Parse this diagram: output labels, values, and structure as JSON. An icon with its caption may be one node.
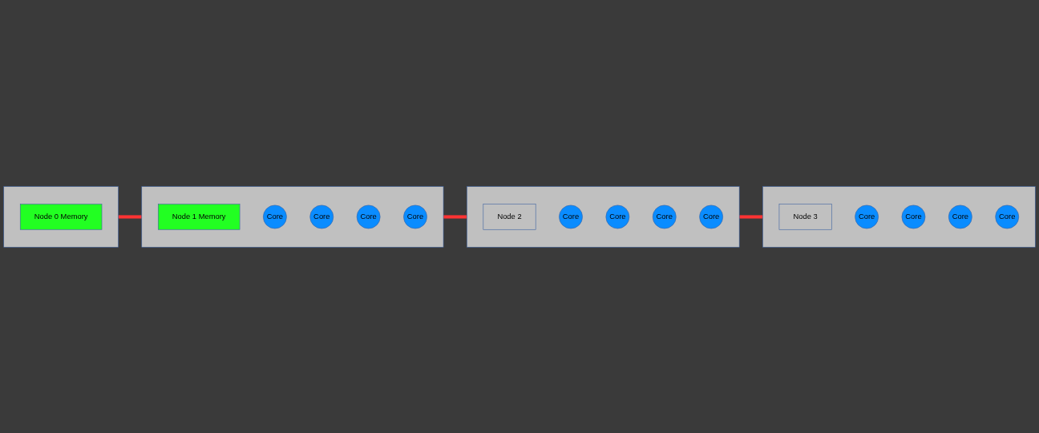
{
  "diagram": {
    "nodes": [
      {
        "text": [],
        "shape": "box"
      },
      {
        "text": [
          "Node 0 Memory"
        ],
        "in": 0
      },
      {
        "text": [],
        "shape": "box"
      },
      {
        "text": [
          "Node 1 Memory"
        ],
        "in": 2
      },
      {
        "text": [
          "Core"
        ],
        "in": 2
      },
      {
        "text": [
          "Core"
        ],
        "in": 2
      },
      {
        "text": [
          "Core"
        ],
        "in": 2
      },
      {
        "text": [
          "Core"
        ],
        "in": 2
      },
      {
        "text": [],
        "shape": "box"
      },
      {
        "text": [
          "Node 2"
        ],
        "in": 8
      },
      {
        "text": [
          "Core"
        ],
        "in": 8
      },
      {
        "text": [
          "Core"
        ],
        "in": 8
      },
      {
        "text": [
          "Core"
        ],
        "in": 8
      },
      {
        "text": [
          "Core"
        ],
        "in": 8
      },
      {
        "text": [],
        "shape": "box"
      },
      {
        "text": [
          "Node 3"
        ],
        "in": 14
      },
      {
        "text": [
          "Core"
        ],
        "in": 14
      },
      {
        "text": [
          "Core"
        ],
        "in": 14
      },
      {
        "text": [
          "Core"
        ],
        "in": 14
      },
      {
        "text": [
          "Core"
        ],
        "in": 14
      }
    ],
    "edges": [
      {
        "from": 0,
        "to": 2,
        "arrow": "none"
      },
      {
        "from": 2,
        "to": 8,
        "arrow": "none"
      },
      {
        "from": 8,
        "to": 14,
        "arrow": "none"
      }
    ]
  }
}
